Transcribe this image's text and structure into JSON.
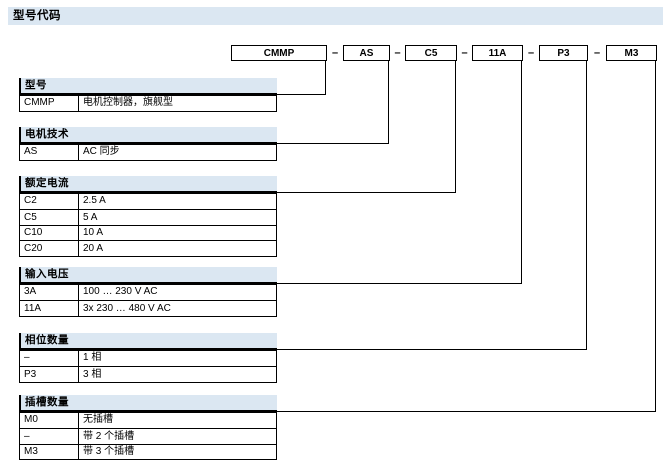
{
  "page_title": "型号代码",
  "separator": "–",
  "colors": {
    "header_bg": "#dbe7f2",
    "line": "#000000"
  },
  "code_boxes": [
    {
      "label": "CMMP"
    },
    {
      "label": "AS"
    },
    {
      "label": "C5"
    },
    {
      "label": "11A"
    },
    {
      "label": "P3"
    },
    {
      "label": "M3"
    }
  ],
  "tables": [
    {
      "header": "型号",
      "rows": [
        {
          "code": "CMMP",
          "desc": "电机控制器，旗舰型"
        }
      ]
    },
    {
      "header": "电机技术",
      "rows": [
        {
          "code": "AS",
          "desc": "AC 同步"
        }
      ]
    },
    {
      "header": "额定电流",
      "rows": [
        {
          "code": "C2",
          "desc": "2.5 A"
        },
        {
          "code": "C5",
          "desc": "5 A"
        },
        {
          "code": "C10",
          "desc": "10 A"
        },
        {
          "code": "C20",
          "desc": "20 A"
        }
      ]
    },
    {
      "header": "输入电压",
      "rows": [
        {
          "code": "3A",
          "desc": "100 … 230 V AC"
        },
        {
          "code": "11A",
          "desc": "3x 230 … 480 V AC"
        }
      ]
    },
    {
      "header": "相位数量",
      "rows": [
        {
          "code": "–",
          "desc": "1 相"
        },
        {
          "code": "P3",
          "desc": "3 相"
        }
      ]
    },
    {
      "header": "插槽数量",
      "rows": [
        {
          "code": "M0",
          "desc": "无插槽"
        },
        {
          "code": "–",
          "desc": "带 2 个插槽"
        },
        {
          "code": "M3",
          "desc": "带 3 个插槽"
        }
      ]
    }
  ]
}
